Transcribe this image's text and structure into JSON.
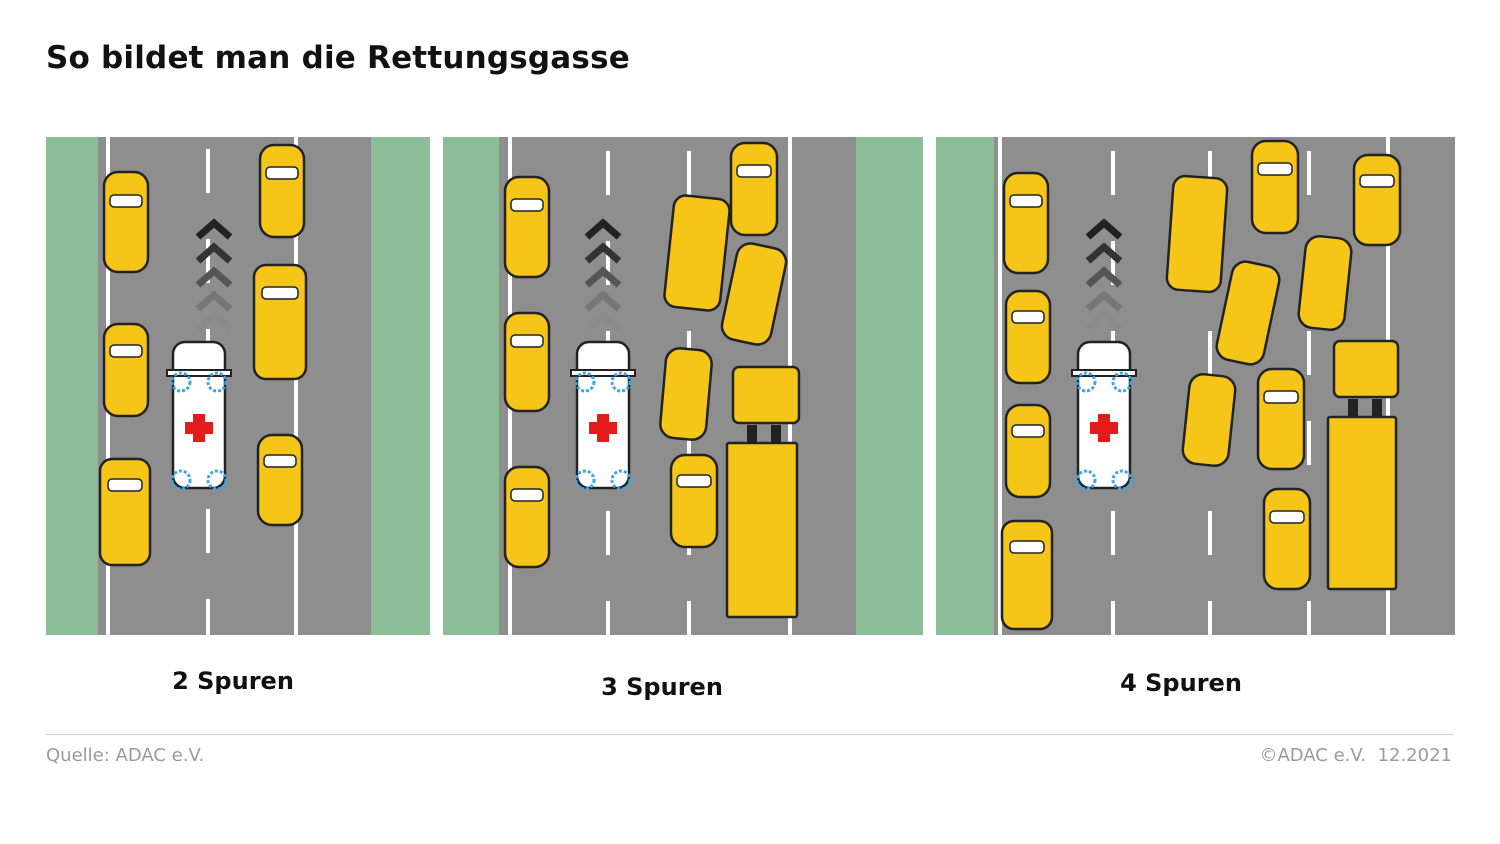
{
  "title": "So bildet man die Rettungsgasse",
  "panels": [
    {
      "label": "2 Spuren",
      "lanes": 2
    },
    {
      "label": "3 Spuren",
      "lanes": 3
    },
    {
      "label": "4 Spuren",
      "lanes": 4
    }
  ],
  "footer": {
    "source": "Quelle: ADAC e.V.",
    "copyright": "©ADAC e.V.  12.2021"
  },
  "colors": {
    "road": "#8e8e8e",
    "verge": "#8cbd97",
    "car": "#f5c518",
    "ambulance": "#ffffff",
    "cross": "#e41b1b",
    "siren": "#3aa7e8"
  }
}
